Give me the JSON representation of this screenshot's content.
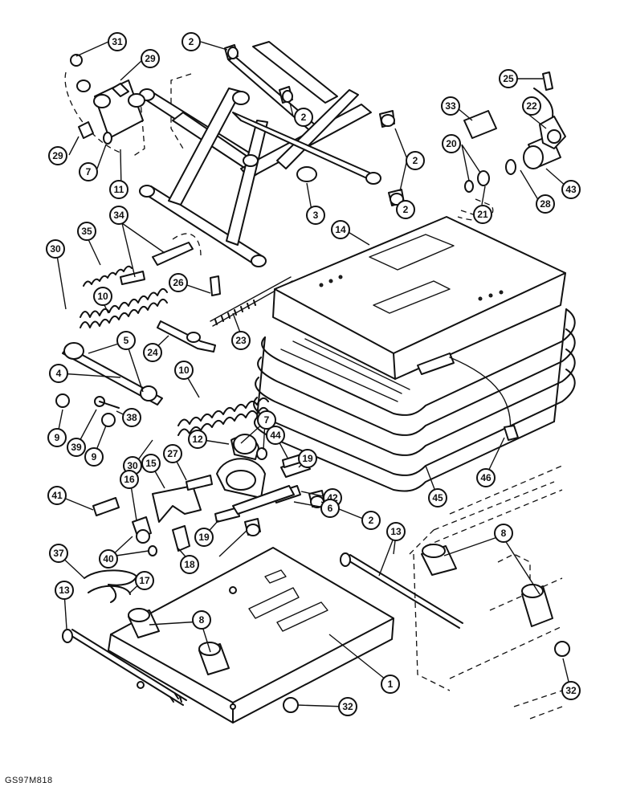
{
  "diagram": {
    "drawing_code": "GS97M818",
    "callouts": [
      "31",
      "2",
      "29",
      "2",
      "2",
      "25",
      "33",
      "22",
      "20",
      "2",
      "29",
      "7",
      "11",
      "3",
      "21",
      "28",
      "43",
      "14",
      "30",
      "34",
      "35",
      "10",
      "26",
      "5",
      "24",
      "23",
      "4",
      "10",
      "9",
      "38",
      "39",
      "9",
      "30",
      "7",
      "12",
      "44",
      "27",
      "15",
      "19",
      "42",
      "16",
      "41",
      "6",
      "2",
      "13",
      "19",
      "40",
      "37",
      "17",
      "18",
      "45",
      "46",
      "8",
      "13",
      "8",
      "1",
      "32",
      "32"
    ]
  }
}
